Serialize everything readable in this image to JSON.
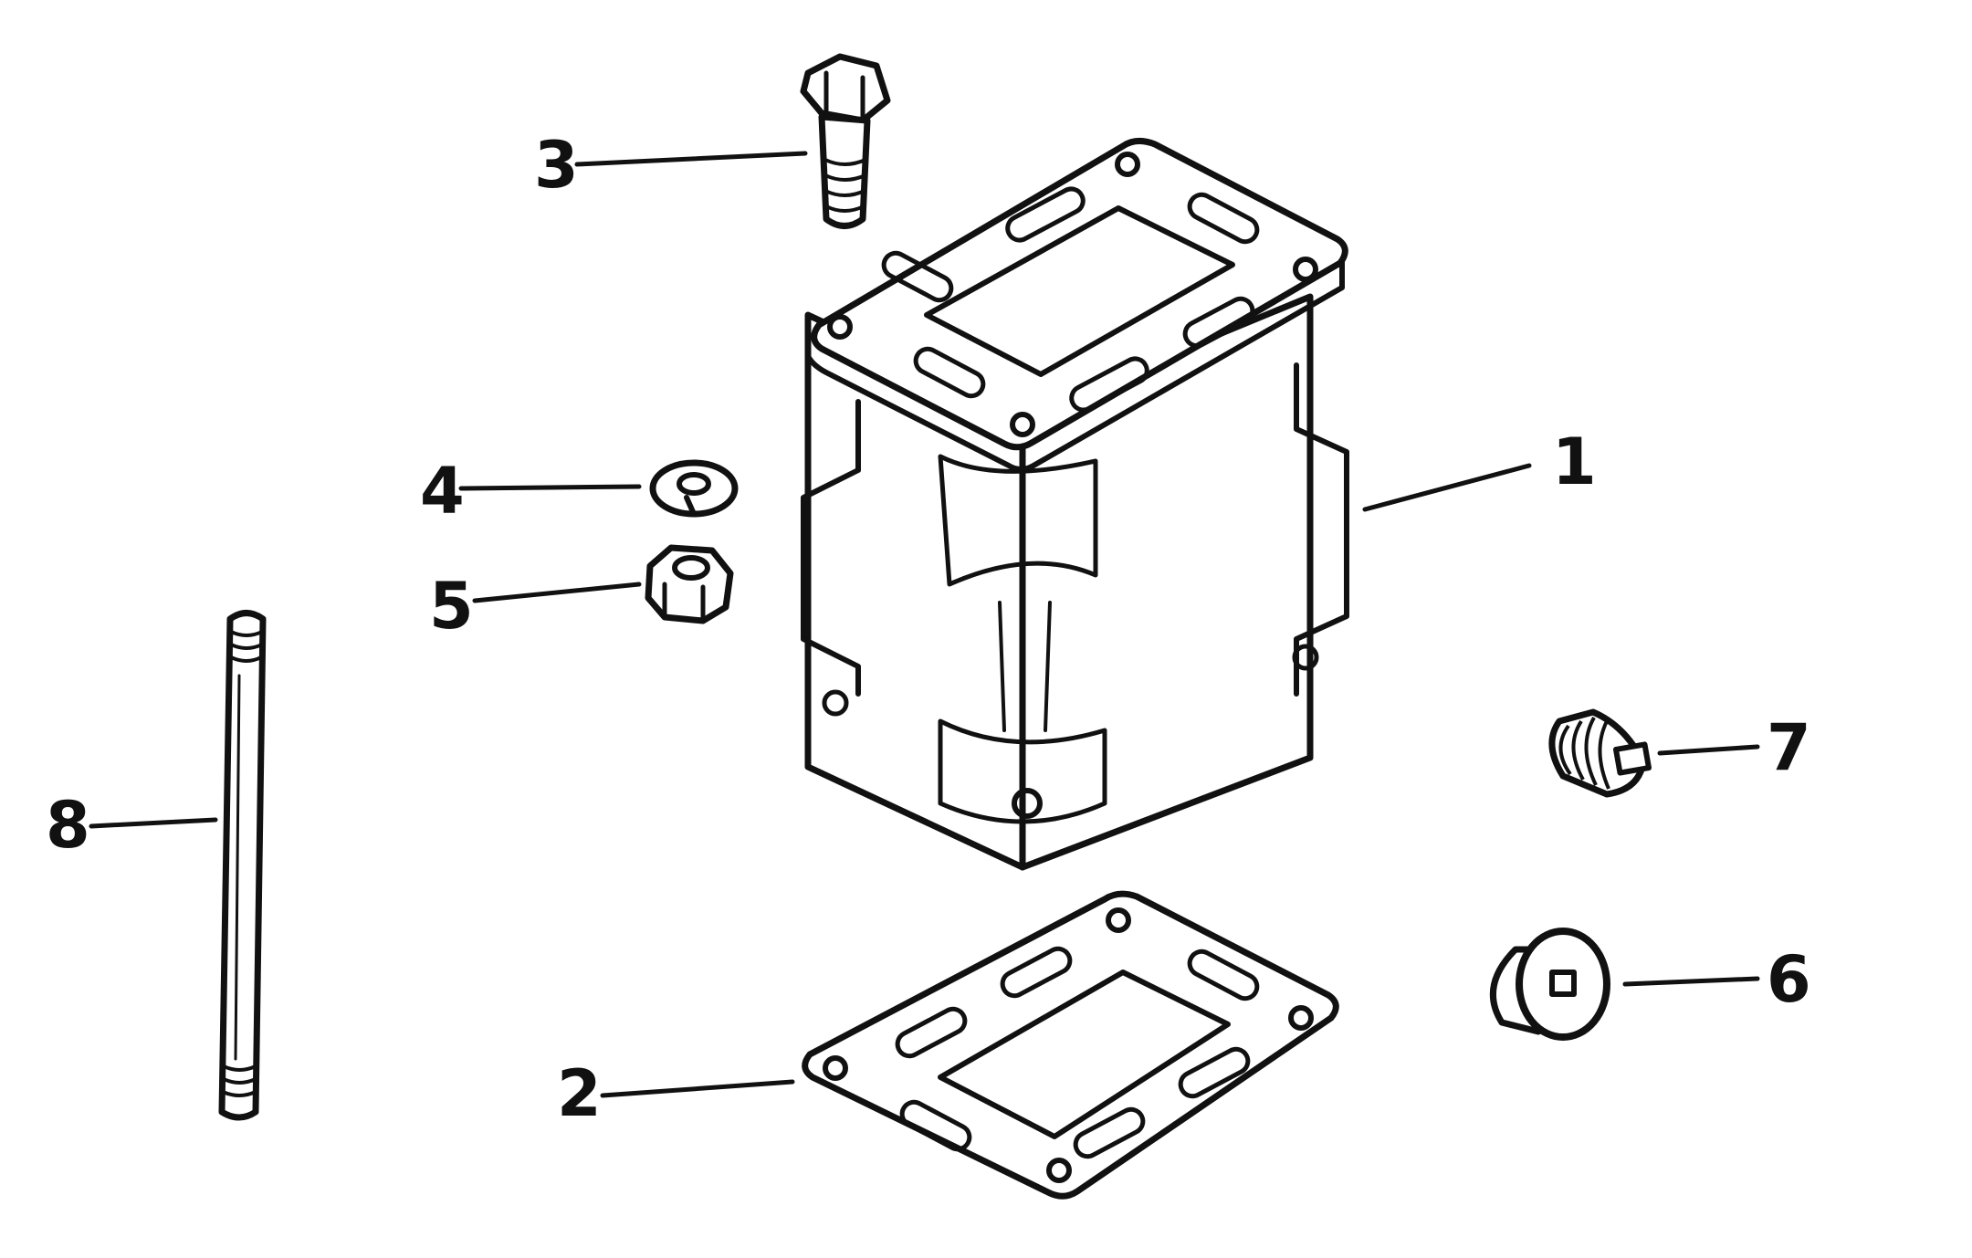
{
  "callouts": {
    "part_1": "1",
    "part_2": "2",
    "part_3": "3",
    "part_4": "4",
    "part_5": "5",
    "part_6": "6",
    "part_7": "7",
    "part_8": "8"
  },
  "colors": {
    "ink": "#111111",
    "paper": "#ffffff"
  }
}
